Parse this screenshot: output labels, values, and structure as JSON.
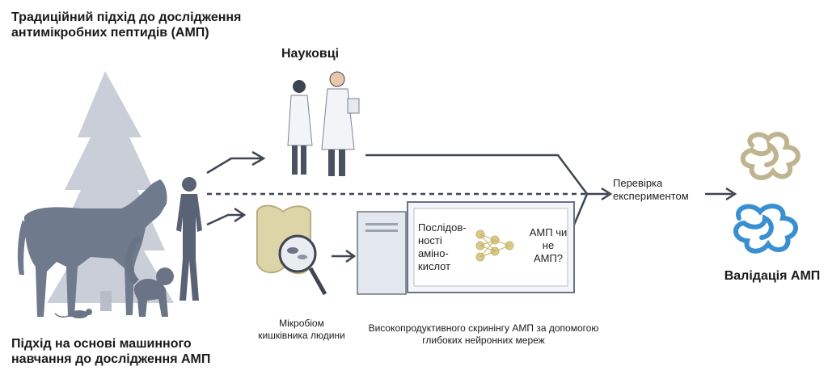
{
  "titles": {
    "traditional": "Традиційний підхід до дослідження антимікробних пептидів (АМП)",
    "ml": "Підхід на основі машинного навчання до дослідження АМП",
    "scientists": "Науковці"
  },
  "labels": {
    "experimental_check": "Перевірка експериментом",
    "validation": "Валідація АМП",
    "microbiome": "Мікробіом кишківника людини",
    "screening": "Високопродуктивного скринінгу АМП за допомогою глибоких нейронних мереж"
  },
  "screen": {
    "sequences": "Послідов-ності аміно-кислот",
    "question": "АМП чи не АМП?"
  },
  "colors": {
    "silhouette": "#7d8798",
    "silhouette_dark": "#5a6375",
    "tree": "#c9ced8",
    "arrow": "#3f4652",
    "peptide_tan": "#bfb48f",
    "peptide_blue": "#3a8fd0",
    "gut": "#ddd4a8"
  }
}
